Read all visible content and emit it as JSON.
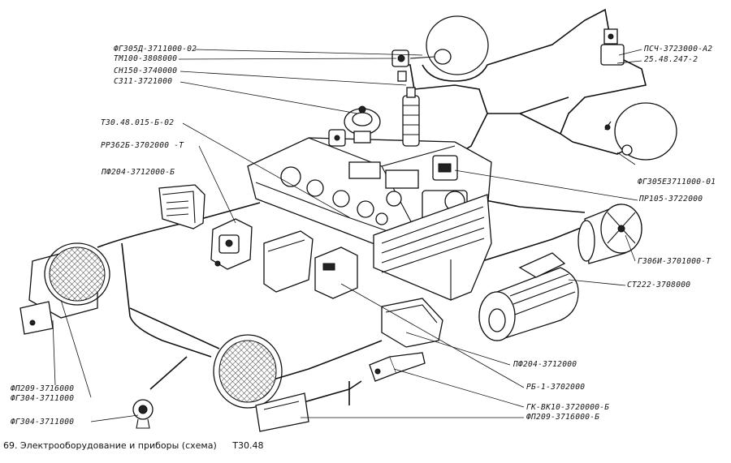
{
  "figure": {
    "caption_number": "69.",
    "caption_text": "Электрооборудование и приборы (схема)",
    "model": "Т30.48"
  },
  "labels": {
    "fg305d": "ФГ305Д-3711000-02",
    "tm100": "ТМ100-3808000",
    "sn150": "СН150-3740000",
    "s311": "С311-3721000",
    "t30_48": "Т30.48.015-Б-02",
    "rr362b": "РР362Б-3702000 -Т",
    "pf204_left": "ПФ204-3712000-Б",
    "psch": "ПСЧ-3723000-А2",
    "psch_sub": "25.48.247-2",
    "fg305e": "ФГ305Е3711000-01",
    "pr105": "ПР105-3722000",
    "g306i": "Г306И-3701000-Т",
    "st222": "СТ222-3708000",
    "pf204_bottom": "ПФ204-3712000",
    "rb1": "РБ-1-3702000",
    "gk_vk10": "ГК-ВК10-3720000-Б",
    "fp209_b": "ФП209-3716000-Б",
    "fp209": "ФП209-3716000",
    "fg304_a": "ФГ304-3711000",
    "fg304_b": "ФГ304-3711000"
  }
}
